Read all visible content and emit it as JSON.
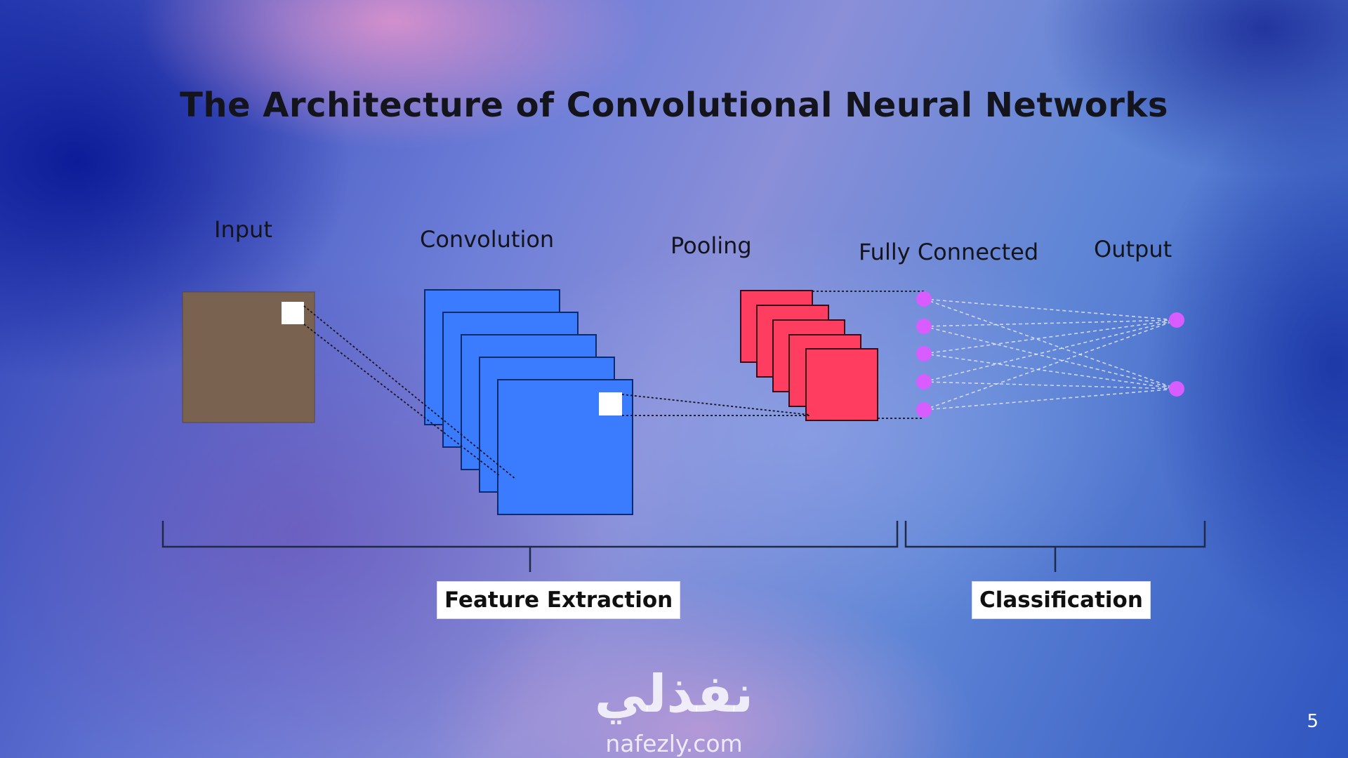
{
  "slide": {
    "title": "The Architecture of Convolutional Neural Networks",
    "page_number": "5"
  },
  "stages": {
    "input": "Input",
    "convolution": "Convolution",
    "pooling": "Pooling",
    "fully_connected": "Fully Connected",
    "output": "Output"
  },
  "groups": {
    "feature_extraction": "Feature Extraction",
    "classification": "Classification"
  },
  "branding": {
    "logo_arabic": "نفذلي",
    "logo_url": "nafezly.com"
  },
  "diagram": {
    "input_color": "#7a6250",
    "conv_color": "#3b7cff",
    "pool_color": "#ff3d60",
    "node_color": "#d85cff",
    "fc_nodes": 5,
    "output_nodes": 2
  }
}
